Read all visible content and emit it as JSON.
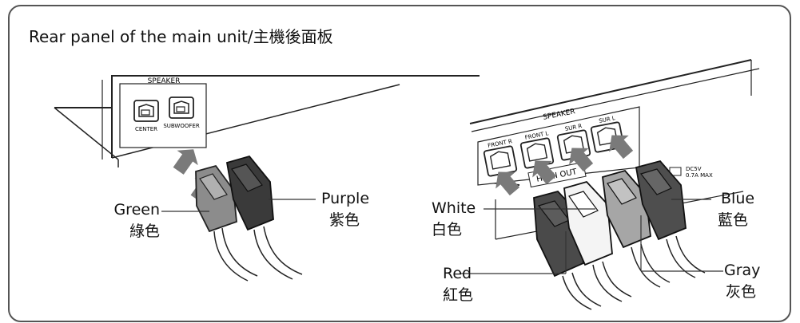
{
  "title": "Rear panel of the main unit/主機後面板",
  "left_panel": {
    "speaker_label": "SPEAKER",
    "ports": [
      "CENTER",
      "SUBWOOFER"
    ]
  },
  "right_panel": {
    "speaker_label": "SPEAKER",
    "ports": [
      "FRONT R",
      "FRONT L",
      "SUR R",
      "SUR L"
    ],
    "hdmi_label": "HDMI OUT",
    "dc_label": [
      "DC5V",
      "0.7A MAX"
    ]
  },
  "cables": {
    "green": {
      "en": "Green",
      "zh": "綠色",
      "color": "#8c8c8c"
    },
    "purple": {
      "en": "Purple",
      "zh": "紫色",
      "color": "#3a3a3a"
    },
    "white": {
      "en": "White",
      "zh": "白色",
      "color": "#f4f4f4"
    },
    "red": {
      "en": "Red",
      "zh": "紅色",
      "color": "#4a4a4a"
    },
    "blue": {
      "en": "Blue",
      "zh": "藍色",
      "color": "#4e4e4e"
    },
    "gray": {
      "en": "Gray",
      "zh": "灰色",
      "color": "#a6a6a6"
    }
  }
}
